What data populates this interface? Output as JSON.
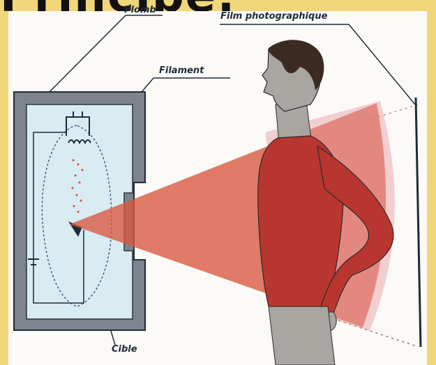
{
  "header": {
    "title_fragment": "Principe:"
  },
  "labels": {
    "lead": "Plomb",
    "film": "Film photographique",
    "filament": "Filament",
    "target": "Cible"
  },
  "colors": {
    "background": "#f2d77a",
    "panel": "#fbfaf6",
    "lead_frame": "#7e848b",
    "tube_interior": "#d9ecf1",
    "beam": "#d9573f",
    "body": "#b8362f",
    "skin": "#a9a6a2",
    "hair": "#3a2a22",
    "ink": "#1f2b3a"
  },
  "icons": [
    "x-ray-tube-icon",
    "human-figure-icon",
    "film-plate-icon"
  ]
}
